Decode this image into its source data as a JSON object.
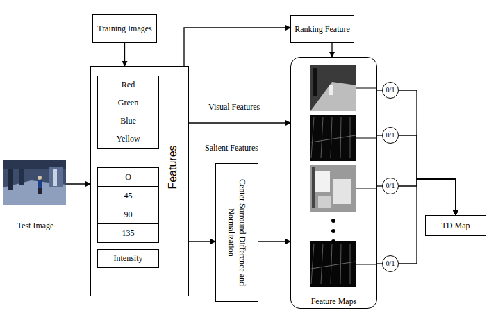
{
  "diagram": {
    "nodes": [
      {
        "text": [
          "Training Images"
        ]
      },
      {
        "text": [
          "Ranking Feature"
        ]
      },
      {
        "text": [
          "Features"
        ]
      },
      {
        "text": [
          "Red"
        ],
        "in": 2
      },
      {
        "text": [
          "Green"
        ],
        "in": 2
      },
      {
        "text": [
          "Blue"
        ],
        "in": 2
      },
      {
        "text": [
          "Yellow"
        ],
        "in": 2
      },
      {
        "text": [
          "O"
        ],
        "in": 2
      },
      {
        "text": [
          "45"
        ],
        "in": 2
      },
      {
        "text": [
          "90"
        ],
        "in": 2
      },
      {
        "text": [
          "135"
        ],
        "in": 2
      },
      {
        "text": [
          "Intensity"
        ],
        "in": 2
      },
      {
        "text": [
          "Test Image"
        ]
      },
      {
        "text": [
          "Center Surround Difference and Normalization"
        ]
      },
      {
        "text": [
          "Feature Maps"
        ]
      },
      {
        "text": [
          "0/1"
        ]
      },
      {
        "text": [
          "0/1"
        ]
      },
      {
        "text": [
          "0/1"
        ]
      },
      {
        "text": [
          "0/1"
        ]
      },
      {
        "text": [
          "TD Map"
        ]
      }
    ],
    "edges": [
      {
        "from": 0,
        "to": 2,
        "arrow": "to"
      },
      {
        "from": 2,
        "to": 1,
        "arrow": "to"
      },
      {
        "from": 1,
        "to": 14,
        "arrow": "to"
      },
      {
        "from": 2,
        "to": 14,
        "arrow": "to"
      },
      {
        "from": 12,
        "to": 2,
        "arrow": "to"
      },
      {
        "from": 2,
        "to": 13,
        "arrow": "to"
      },
      {
        "from": 13,
        "to": 14,
        "arrow": "to"
      },
      {
        "from": 14,
        "to": 15,
        "arrow": "none"
      },
      {
        "from": 14,
        "to": 16,
        "arrow": "none"
      },
      {
        "from": 14,
        "to": 17,
        "arrow": "none"
      },
      {
        "from": 14,
        "to": 18,
        "arrow": "none"
      },
      {
        "from": 15,
        "to": 19,
        "arrow": "to"
      },
      {
        "from": 16,
        "to": 19,
        "arrow": "to"
      },
      {
        "from": 17,
        "to": 19,
        "arrow": "to"
      },
      {
        "from": 18,
        "to": 19,
        "arrow": "to"
      }
    ],
    "labels": [
      "Visual Features",
      "Salient Features"
    ]
  }
}
